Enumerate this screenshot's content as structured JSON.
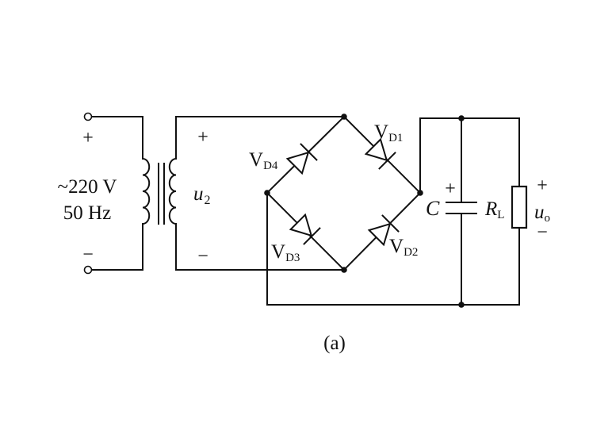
{
  "source": {
    "voltage": "~220 V",
    "frequency": "50 Hz",
    "plus": "+",
    "minus": "−"
  },
  "secondary": {
    "symbol": "u",
    "subscript": "2",
    "plus": "+",
    "minus": "−"
  },
  "diodes": {
    "d1": {
      "base": "V",
      "sub": "D1"
    },
    "d2": {
      "base": "V",
      "sub": "D2"
    },
    "d3": {
      "base": "V",
      "sub": "D3"
    },
    "d4": {
      "base": "V",
      "sub": "D4"
    }
  },
  "capacitor": {
    "label": "C",
    "plus": "+"
  },
  "load": {
    "resistor": {
      "base": "R",
      "sub": "L"
    },
    "output": {
      "symbol": "u",
      "sub": "o",
      "plus": "+",
      "minus": "−"
    }
  },
  "caption": "(a)"
}
